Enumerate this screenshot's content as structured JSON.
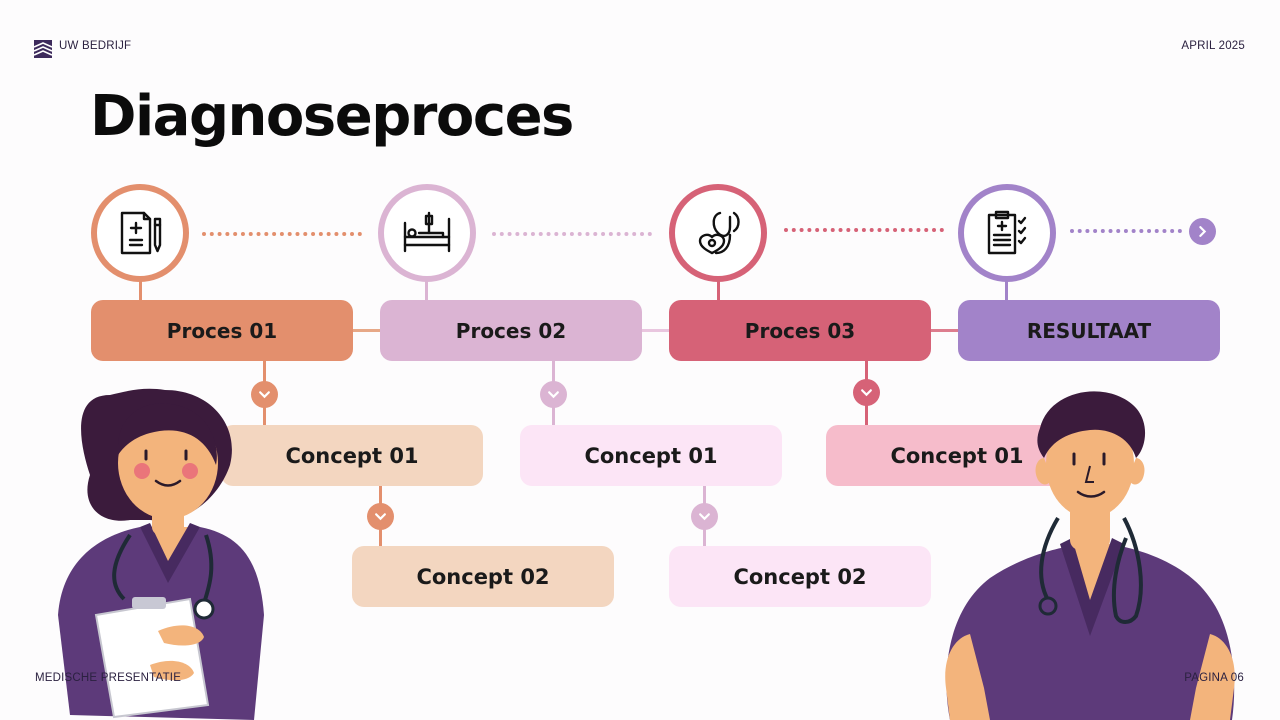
{
  "header": {
    "company": "UW BEDRIJF",
    "date": "APRIL 2025"
  },
  "slide": {
    "title": "Diagnoseproces"
  },
  "steps": [
    {
      "label": "Proces 01",
      "icon": "document-pen-icon",
      "color": "#e38f6d"
    },
    {
      "label": "Proces 02",
      "icon": "hospital-bed-icon",
      "color": "#dbb4d3"
    },
    {
      "label": "Proces 03",
      "icon": "stethoscope-icon",
      "color": "#d66277"
    },
    {
      "label": "RESULTAAT",
      "icon": "clipboard-checklist-icon",
      "color": "#a283c9"
    }
  ],
  "concepts": {
    "col1": [
      "Concept 01",
      "Concept 02"
    ],
    "col2": [
      "Concept 01",
      "Concept 02"
    ],
    "col3": [
      "Concept 01"
    ]
  },
  "concept_colors": {
    "col1": "#f3d6c0",
    "col2": "#fce5f6",
    "col3": "#f6bccb"
  },
  "footer": {
    "left": "MEDISCHE PRESENTATIE",
    "right": "PAGINA 06"
  },
  "illustrations": [
    "female-doctor-illustration",
    "male-doctor-illustration"
  ]
}
